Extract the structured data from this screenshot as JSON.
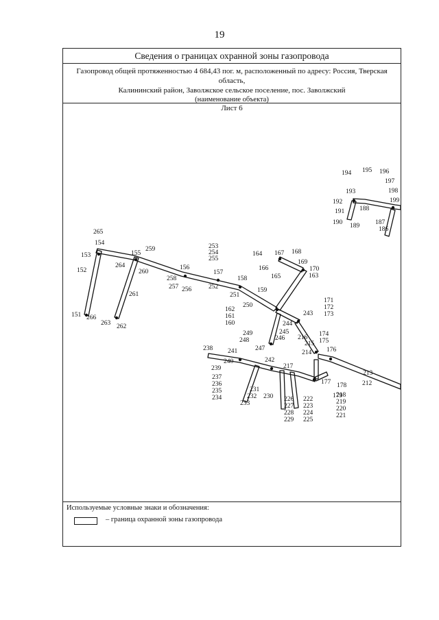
{
  "page_number": "19",
  "header": {
    "title": "Сведения о границах охранной зоны газопровода",
    "description_line1": "Газопровод общей протяженностью 4 684,43 пог. м, расположенный по адресу: Россия, Тверская область,",
    "description_line2": "Калининский район, Заволжское сельское поселение, пос. Заволжский",
    "description_sub": "(наименование объекта)"
  },
  "sheet_label": "Лист 6",
  "legend": {
    "title": "Используемые условные знаки и обозначения:",
    "item_label": "– граница охранной зоны газопровода"
  },
  "point_labels": [
    "151",
    "152",
    "153",
    "154",
    "155",
    "156",
    "157",
    "158",
    "159",
    "160",
    "161",
    "162",
    "163",
    "164",
    "165",
    "166",
    "167",
    "168",
    "169",
    "170",
    "171",
    "172",
    "173",
    "174",
    "175",
    "176",
    "177",
    "178",
    "179",
    "186",
    "187",
    "188",
    "189",
    "190",
    "191",
    "192",
    "193",
    "194",
    "195",
    "196",
    "197",
    "198",
    "199",
    "212",
    "213",
    "214",
    "215",
    "216",
    "217",
    "218",
    "219",
    "220",
    "221",
    "222",
    "223",
    "224",
    "225",
    "226",
    "227",
    "228",
    "229",
    "230",
    "231",
    "232",
    "233",
    "234",
    "235",
    "236",
    "237",
    "238",
    "239",
    "240",
    "241",
    "242",
    "243",
    "244",
    "245",
    "246",
    "247",
    "248",
    "249",
    "250",
    "251",
    "252",
    "253",
    "254",
    "255",
    "256",
    "257",
    "258",
    "259",
    "260",
    "261",
    "262",
    "263",
    "264",
    "265",
    "266"
  ]
}
